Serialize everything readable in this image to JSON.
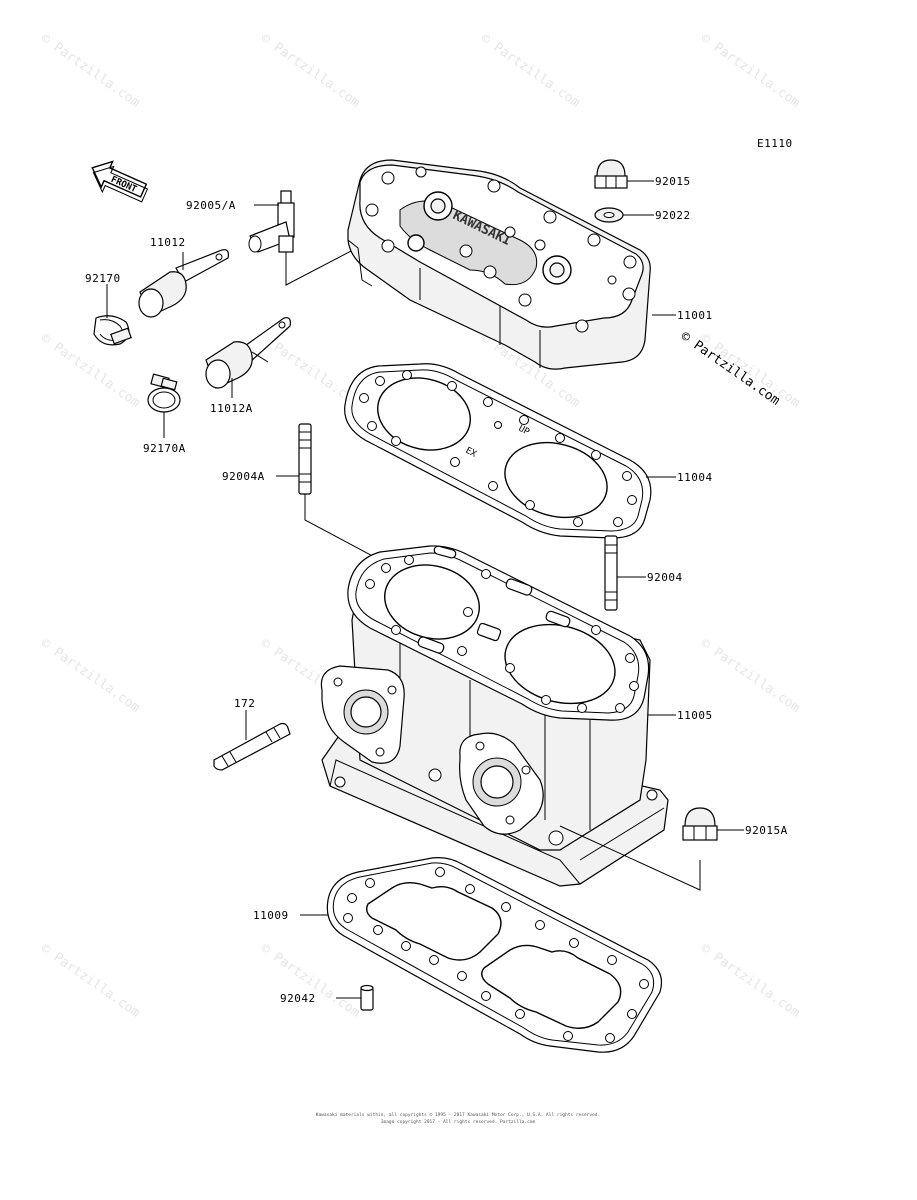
{
  "diagram": {
    "code": "E1110",
    "front_label": "FRONT",
    "watermark_text": "© Partzilla.com",
    "copyright_badge": "© Partzilla.com",
    "footer_line1": "Kawasaki materials within, all copyrights © 1995 - 2017 Kawasaki Motor Corp., U.S.A. All rights reserved.",
    "footer_line2": "Image copyright 2017 - All rights reserved. Partzilla.com"
  },
  "part_labels": {
    "p92015": "92015",
    "p92022": "92022",
    "p92005a": "92005/A",
    "p11012": "11012",
    "p92170": "92170",
    "p11001": "11001",
    "p11012a": "11012A",
    "p92170a": "92170A",
    "p92004a": "92004A",
    "p11004": "11004",
    "p92004": "92004",
    "p11005": "11005",
    "p172": "172",
    "p92015a": "92015A",
    "p11009": "11009",
    "p92042": "92042"
  },
  "gasket_marks": {
    "up": "UP",
    "ex": "EX"
  },
  "head_brand": "KAWASAKI"
}
